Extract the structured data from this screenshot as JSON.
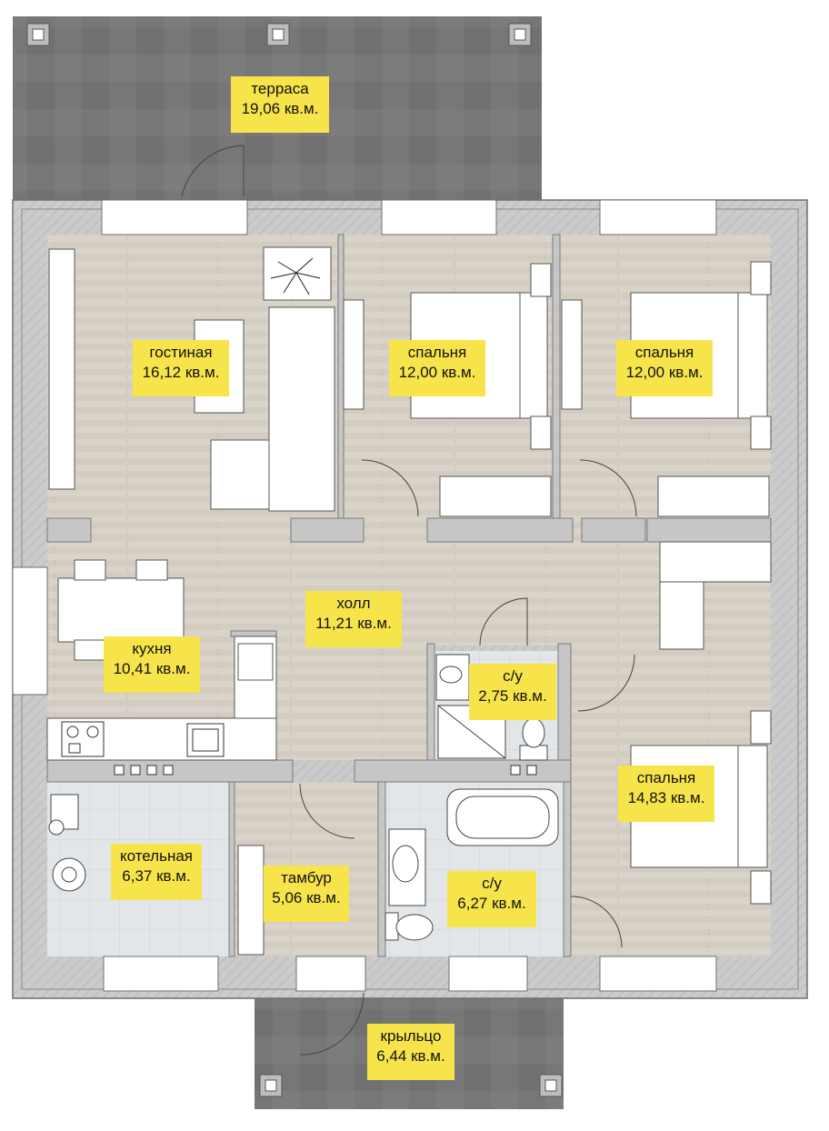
{
  "colors": {
    "wall": "#c9c9c9",
    "wall_outline": "#6f6f6f",
    "floor_wood": "#d8d2c8",
    "floor_tile": "#e4e6e8",
    "terrace": "#747474",
    "label_bg": "#f6e44a",
    "furniture": "#ffffff"
  },
  "rooms": [
    {
      "id": "terrace",
      "name": "терраса",
      "area": "19,06 кв.м."
    },
    {
      "id": "living",
      "name": "гостиная",
      "area": "16,12 кв.м."
    },
    {
      "id": "bed1",
      "name": "спальня",
      "area": "12,00 кв.м."
    },
    {
      "id": "bed2",
      "name": "спальня",
      "area": "12,00 кв.м."
    },
    {
      "id": "hall",
      "name": "холл",
      "area": "11,21 кв.м."
    },
    {
      "id": "kitchen",
      "name": "кухня",
      "area": "10,41 кв.м."
    },
    {
      "id": "wc1",
      "name": "с/у",
      "area": "2,75 кв.м."
    },
    {
      "id": "bed3",
      "name": "спальня",
      "area": "14,83 кв.м."
    },
    {
      "id": "boiler",
      "name": "котельная",
      "area": "6,37 кв.м."
    },
    {
      "id": "vestibule",
      "name": "тамбур",
      "area": "5,06 кв.м."
    },
    {
      "id": "wc2",
      "name": "с/у",
      "area": "6,27 кв.м."
    },
    {
      "id": "porch",
      "name": "крыльцо",
      "area": "6,44 кв.м."
    }
  ],
  "icons": [
    "plant-icon",
    "toilet-icon",
    "bathtub-icon",
    "washbasin-icon",
    "shower-icon",
    "stove-icon",
    "sink-icon",
    "boiler-icon",
    "water-heater-icon"
  ]
}
